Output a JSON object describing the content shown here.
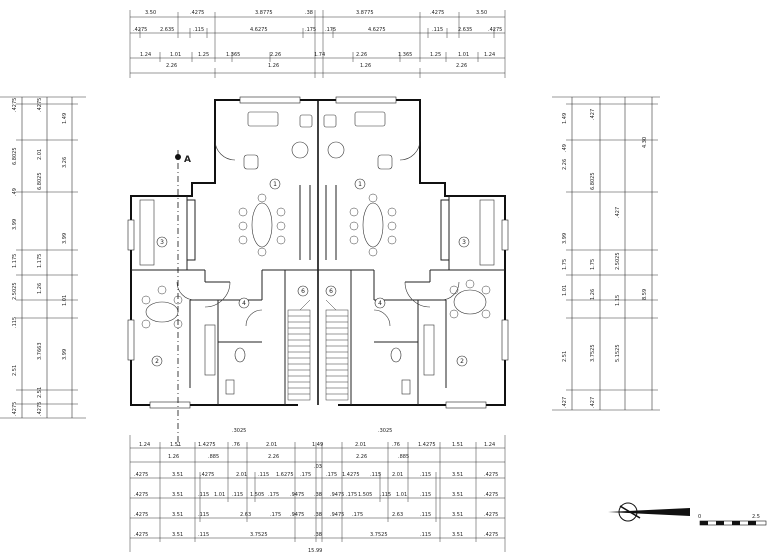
{
  "sheet": {
    "section_marker": "A",
    "scale_labels": [
      "0",
      "2.5"
    ]
  },
  "plan": {
    "room_numbers": [
      "1",
      "1",
      "2",
      "2",
      "3",
      "3",
      "4",
      "4",
      "6",
      "6"
    ]
  },
  "dimensions": {
    "top": {
      "row1": [
        "3.50",
        ".4275",
        "3.8775",
        ".38",
        "3.8775",
        ".4275",
        "3.50"
      ],
      "row2": [
        ".4275",
        "2.635",
        ".115",
        "4.6275",
        ".175",
        ".175",
        "4.6275",
        ".115",
        "2.635",
        ".4275"
      ],
      "row3": [
        "1.24",
        "1.01",
        "1.25",
        "1.365",
        "2.26",
        "1.74",
        "2.26",
        "1.365",
        "1.25",
        "1.01",
        "1.24"
      ],
      "row4": [
        "2.26",
        "1.26",
        "1.26",
        "2.26"
      ]
    },
    "left": {
      "outer": [
        ".4275",
        "6.8025",
        ".49",
        "2.01",
        "3.99",
        "1.175",
        "2.5025",
        ".115",
        "3.7663",
        "2.51",
        ".4275"
      ],
      "inner": [
        ".4275",
        "6.8025",
        "1.49",
        "3.26",
        "3.99",
        "1.175",
        "1.26",
        "1.01",
        "3.99",
        "2.51",
        ".4275"
      ]
    },
    "right": {
      "outer": [
        "1.49",
        ".49",
        "2.26",
        "3.99",
        "1.75",
        "1.01",
        "1.26",
        "3.7525",
        "2.51",
        ".427"
      ],
      "inner": [
        ".427",
        "6.8025",
        ".427",
        "1.75",
        "2.5025",
        "1.15",
        "5.1525",
        ".427"
      ],
      "total": [
        "4.30",
        "8.59"
      ]
    },
    "bottom": {
      "row1": [
        ".3025",
        ".3025"
      ],
      "row2": [
        "1.24",
        "1.51",
        "1.4275",
        ".76",
        "2.01",
        "1.49",
        "2.01",
        ".76",
        "1.4275",
        "1.51",
        "1.24"
      ],
      "row3": [
        "1.26",
        ".885",
        "2.26",
        "2.26",
        ".885"
      ],
      "row4": [
        ".4275",
        "3.51",
        ".4275",
        "2.01",
        ".115",
        "1.6275",
        ".175",
        ".03",
        ".175",
        "1.4275",
        ".115",
        "2.01",
        ".115",
        "3.51",
        ".4275"
      ],
      "row5": [
        ".4275",
        "3.51",
        ".115",
        "1.01",
        ".115",
        "1.505",
        ".175",
        ".9475",
        ".38",
        ".9475",
        ".175",
        "1.505",
        ".115",
        "1.01",
        ".115",
        "3.51",
        ".4275"
      ],
      "row6": [
        ".4275",
        "3.51",
        ".115",
        "2.63",
        ".175",
        ".9475",
        ".38",
        ".9475",
        ".175",
        "2.63",
        ".115",
        "3.51",
        ".4275"
      ],
      "row7": [
        ".4275",
        "3.51",
        ".115",
        "3.7525",
        ".38",
        "3.7525",
        ".115",
        "3.51",
        ".4275"
      ],
      "total": "15.99"
    }
  }
}
